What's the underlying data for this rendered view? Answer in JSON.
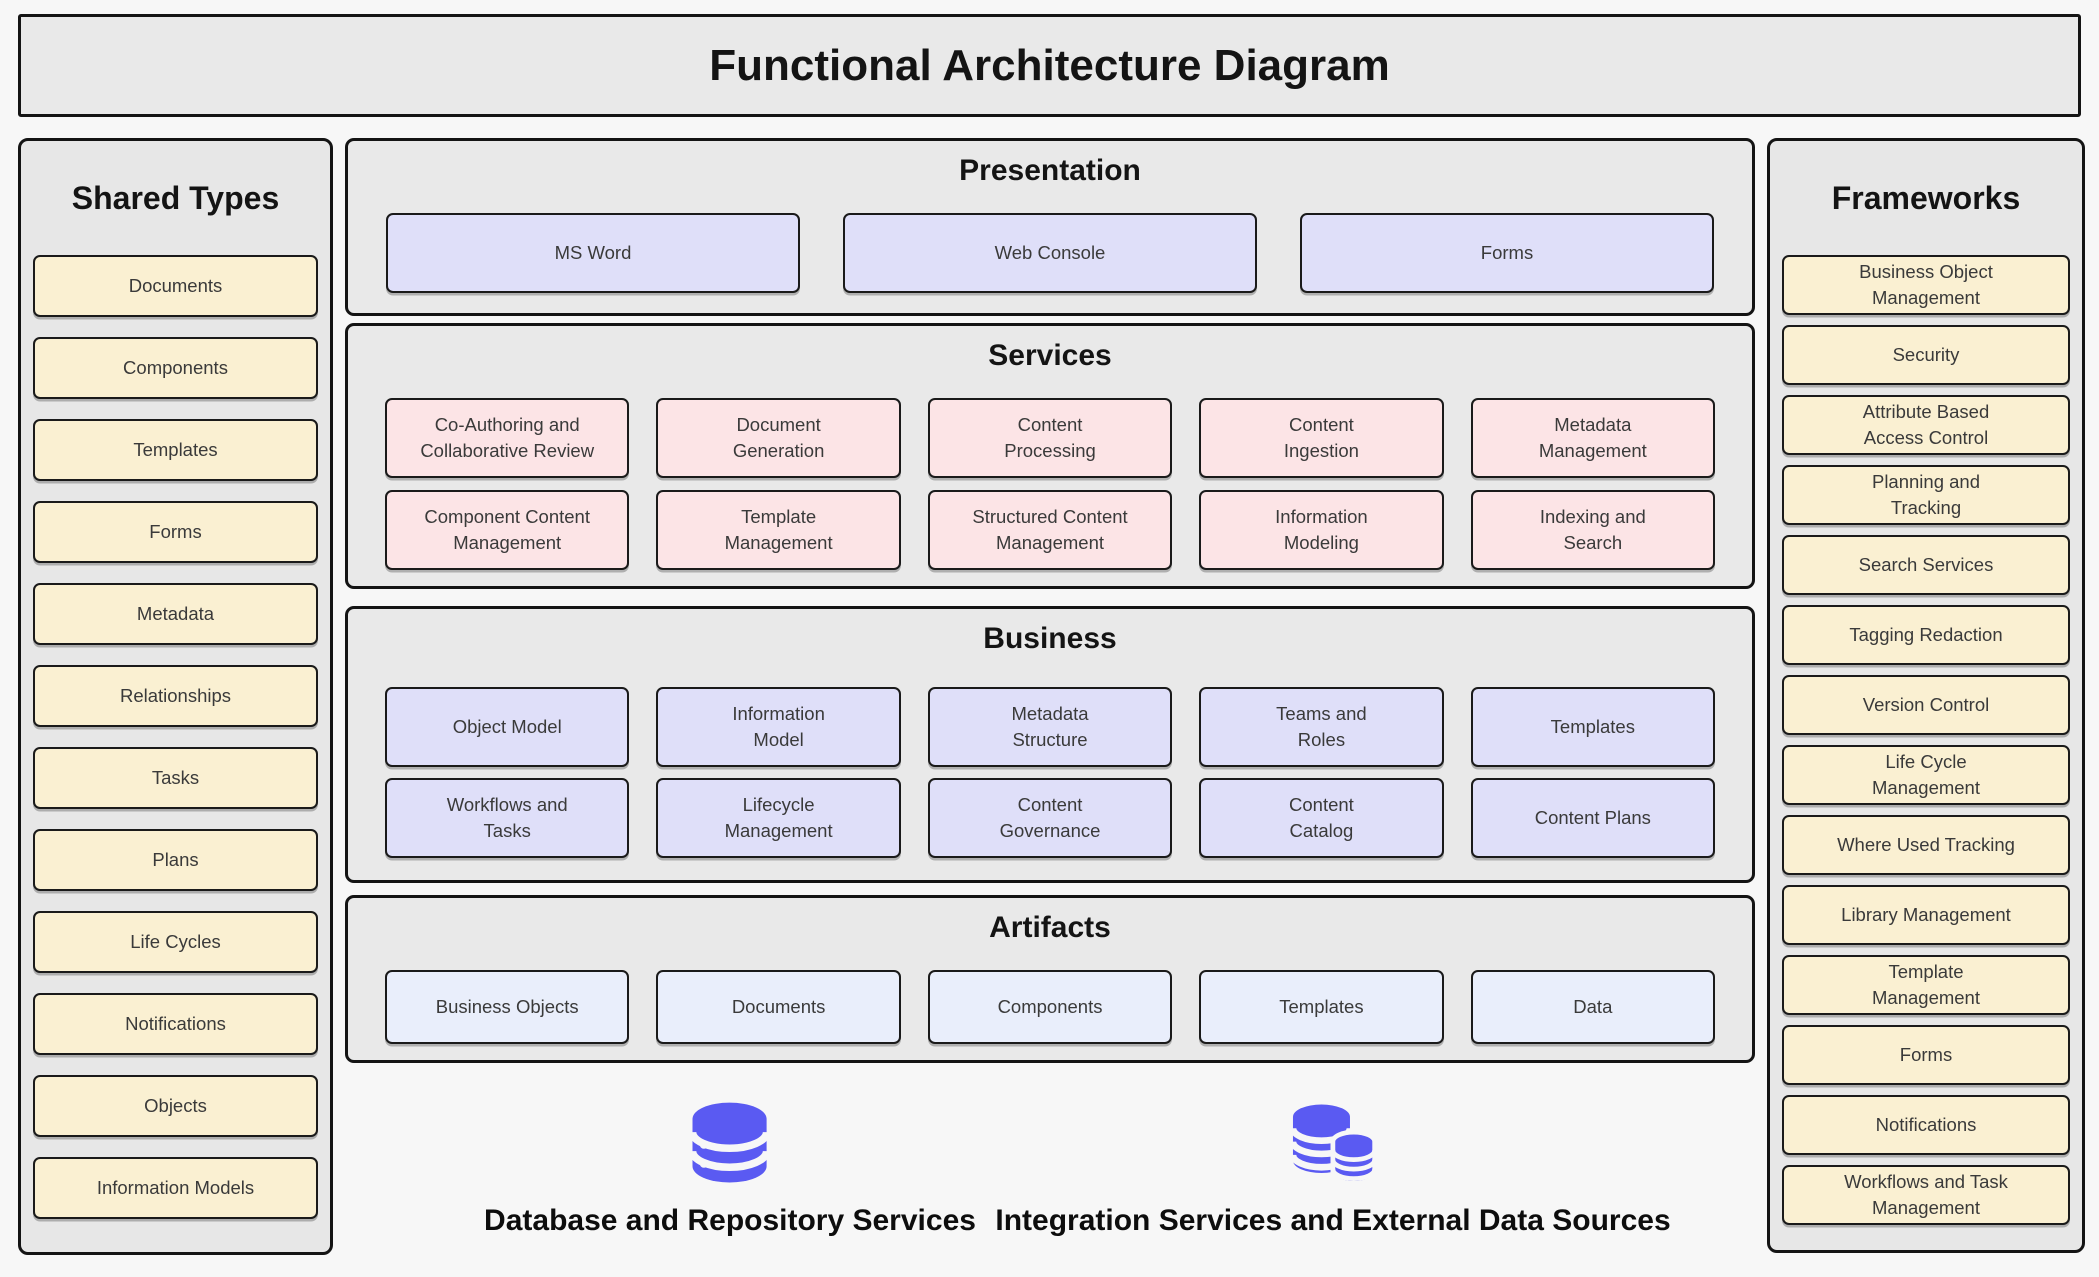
{
  "title": "Functional Architecture Diagram",
  "shared_types": {
    "title": "Shared Types",
    "items": [
      "Documents",
      "Components",
      "Templates",
      "Forms",
      "Metadata",
      "Relationships",
      "Tasks",
      "Plans",
      "Life Cycles",
      "Notifications",
      "Objects",
      "Information Models"
    ]
  },
  "presentation": {
    "title": "Presentation",
    "boxes": [
      "MS Word",
      "Web Console",
      "Forms"
    ]
  },
  "services": {
    "title": "Services",
    "rows": [
      [
        "Co-Authoring and\nCollaborative Review",
        "Document\nGeneration",
        "Content\nProcessing",
        "Content\nIngestion",
        "Metadata\nManagement"
      ],
      [
        "Component Content\nManagement",
        "Template\nManagement",
        "Structured Content\nManagement",
        "Information\nModeling",
        "Indexing and\nSearch"
      ]
    ]
  },
  "business": {
    "title": "Business",
    "rows": [
      [
        "Object Model",
        "Information\nModel",
        "Metadata\nStructure",
        "Teams and\nRoles",
        "Templates"
      ],
      [
        "Workflows and\nTasks",
        "Lifecycle\nManagement",
        "Content\nGovernance",
        "Content\nCatalog",
        "Content Plans"
      ]
    ]
  },
  "artifacts": {
    "title": "Artifacts",
    "boxes": [
      "Business Objects",
      "Documents",
      "Components",
      "Templates",
      "Data"
    ]
  },
  "footer": {
    "items": [
      {
        "icon": "database-icon",
        "label": "Database and Repository Services"
      },
      {
        "icon": "databases-icon",
        "label": "Integration Services and External Data Sources"
      }
    ]
  },
  "frameworks": {
    "title": "Frameworks",
    "items": [
      "Business Object\nManagement",
      "Security",
      "Attribute Based\nAccess Control",
      "Planning and\nTracking",
      "Search Services",
      "Tagging Redaction",
      "Version Control",
      "Life Cycle\nManagement",
      "Where Used Tracking",
      "Library Management",
      "Template\nManagement",
      "Forms",
      "Notifications",
      "Workflows and Task\nManagement"
    ]
  },
  "colors": {
    "node_yellow": "#faf0d2",
    "node_pink": "#fce4e6",
    "node_lavender": "#dfdff9",
    "node_blue": "#e9eefb",
    "panel_bg": "#e7e7e7",
    "layer_bg": "#e9e9e9",
    "border": "#141414",
    "icon_indigo": "#5a5af2"
  }
}
